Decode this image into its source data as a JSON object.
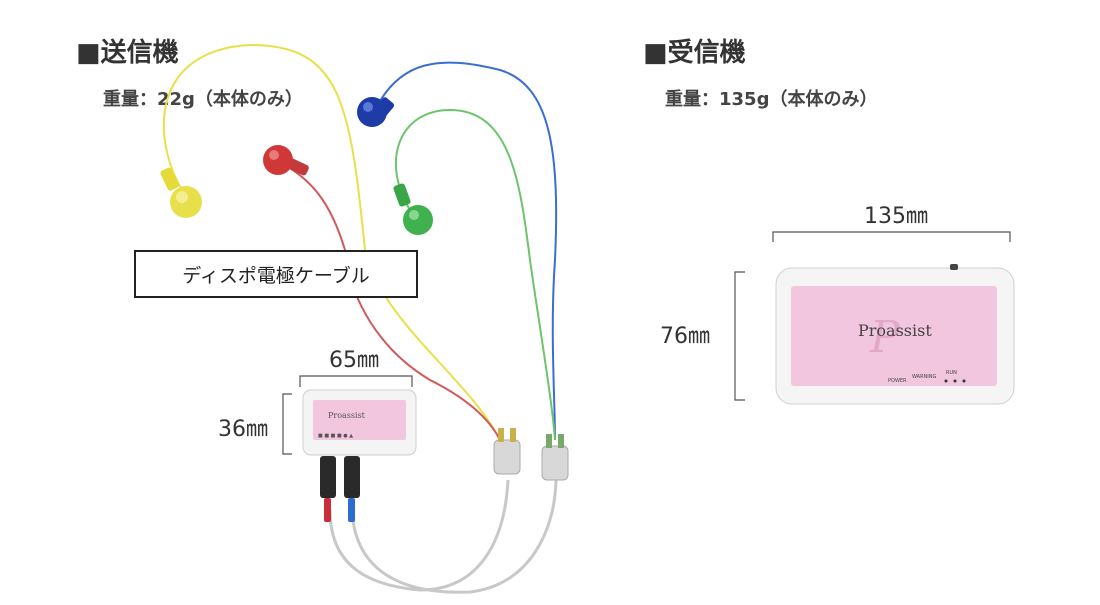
{
  "transmitter": {
    "heading": "■送信機",
    "weight": "重量：22g（本体のみ）",
    "width_label": "65㎜",
    "height_label": "36㎜",
    "brand": "Proassist",
    "cable_label": "ディスポ電極ケーブル"
  },
  "receiver": {
    "heading": "■受信機",
    "weight": "重量：135g（本体のみ）",
    "width_label": "135㎜",
    "height_label": "76㎜",
    "brand": "Proassist",
    "indicators": [
      "POWER",
      "WARNING",
      "RUN"
    ]
  },
  "colors": {
    "wire_yellow": "#e8e04a",
    "wire_red": "#d05a5a",
    "wire_blue": "#3a6fd0",
    "wire_green": "#6cc46c",
    "label_pink": "#f2c6de"
  }
}
